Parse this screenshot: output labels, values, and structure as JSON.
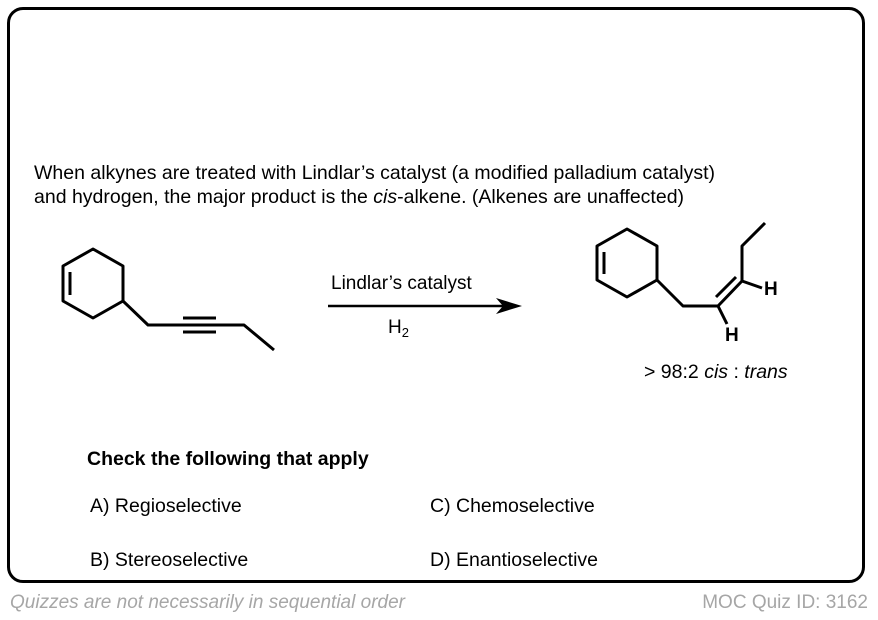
{
  "intro": {
    "line1": "When alkynes are treated with Lindlar’s catalyst (a modified palladium catalyst)",
    "line2_pre": "and hydrogen, the major product is the ",
    "line2_italic": "cis",
    "line2_post": "-alkene. (Alkenes are unaffected)"
  },
  "reaction": {
    "reactant": "5-(pent-2-ynyl)cyclohexene",
    "reagent_top": "Lindlar’s catalyst",
    "reagent_bottom_main": "H",
    "reagent_bottom_sub": "2",
    "product_atoms": {
      "h1": "H",
      "h2": "H"
    },
    "ratio_prefix": "> 98:2 ",
    "ratio_cis": "cis",
    "ratio_sep": " : ",
    "ratio_trans": "trans"
  },
  "question": {
    "prompt": "Check the following that apply",
    "options": [
      {
        "label": "A) Regioselective"
      },
      {
        "label": "B) Stereoselective"
      },
      {
        "label": "C) Chemoselective"
      },
      {
        "label": "D) Enantioselective"
      }
    ]
  },
  "footer": {
    "note": "Quizzes are not necessarily in sequential order",
    "quiz_id": "MOC Quiz ID: 3162"
  }
}
